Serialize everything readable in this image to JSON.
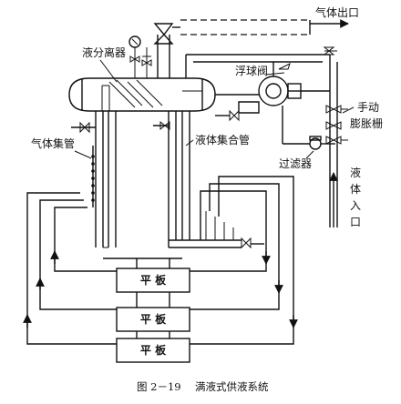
{
  "labels": {
    "gas_outlet": "气体出口",
    "liquid_separator": "液分离器",
    "float_valve": "浮球阀",
    "manual_expansion_valve_1": "手动",
    "manual_expansion_valve_2": "膨胀栅",
    "gas_header": "气体集管",
    "liquid_header": "液体集合管",
    "filter": "过滤器",
    "liquid_inlet_chars": [
      "液",
      "体",
      "入",
      "口"
    ]
  },
  "plates": [
    "平 板",
    "平 板",
    "平 板"
  ],
  "caption": {
    "figure_number": "图 2－19",
    "title": "满液式供液系统"
  }
}
